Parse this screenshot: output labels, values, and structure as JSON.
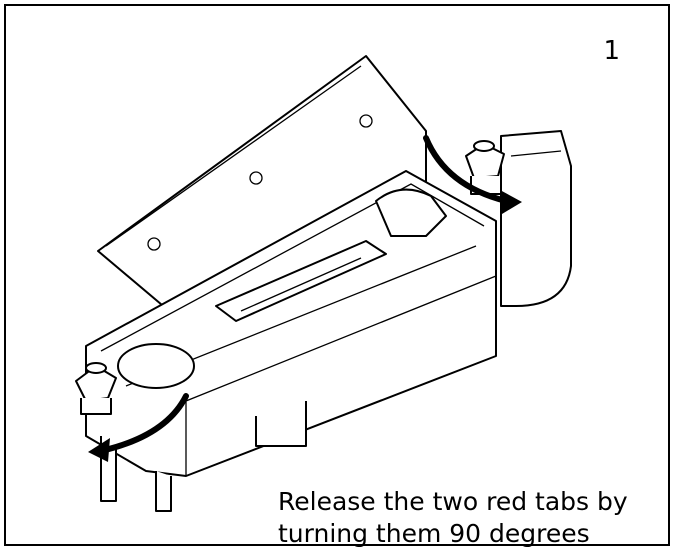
{
  "step_number": "1",
  "caption_line1": "Release the two red tabs by",
  "caption_line2": "turning them 90 degrees",
  "colors": {
    "frame": "#000000",
    "background": "#ffffff"
  },
  "icons": [
    "left-tab-icon",
    "right-tab-icon",
    "rotate-arrow-left-icon",
    "rotate-arrow-right-icon"
  ]
}
